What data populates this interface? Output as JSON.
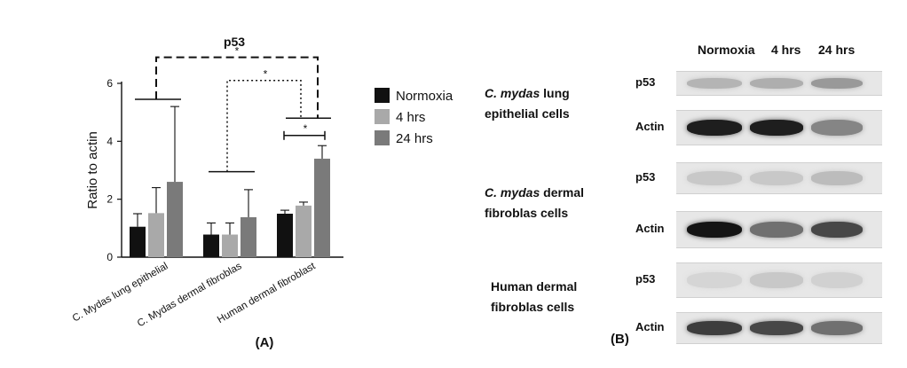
{
  "chart_data": {
    "type": "bar",
    "title": "p53",
    "ylabel": "Ratio to actin",
    "xlabel": "",
    "ylim": [
      0,
      6
    ],
    "yticks": [
      0,
      2,
      4,
      6
    ],
    "grid": false,
    "legend_position": "right",
    "categories": [
      "C. Mydas lung epithelial",
      "C. Mydas dermal fibroblas",
      "Human dermal fibroblast"
    ],
    "series": [
      {
        "name": "Normoxia",
        "color": "#111111",
        "values": [
          1.05,
          0.78,
          1.5
        ],
        "errors": [
          0.45,
          0.4,
          0.12
        ]
      },
      {
        "name": "4 hrs",
        "color": "#a9a9a9",
        "values": [
          1.52,
          0.78,
          1.78
        ],
        "errors": [
          0.88,
          0.4,
          0.12
        ]
      },
      {
        "name": "24 hrs",
        "color": "#7a7a7a",
        "values": [
          2.6,
          1.38,
          3.4
        ],
        "errors": [
          2.6,
          0.95,
          0.45
        ]
      }
    ],
    "significance_marker": "*",
    "panel_label": "(A)"
  },
  "blot": {
    "panel_label": "(B)",
    "columns": [
      "Normoxia",
      "4 hrs",
      "24 hrs"
    ],
    "groups": [
      {
        "name_italic": "C. mydas",
        "name_line1_rest": " lung",
        "name_line2": "epithelial cells",
        "rows": [
          {
            "label": "p53",
            "intensity": [
              0.22,
              0.25,
              0.35
            ]
          },
          {
            "label": "Actin",
            "intensity": [
              0.95,
              0.95,
              0.45
            ]
          }
        ]
      },
      {
        "name_italic": "C. mydas",
        "name_line1_rest": " dermal",
        "name_line2": "fibroblas cells",
        "rows": [
          {
            "label": "p53",
            "intensity": [
              0.12,
              0.12,
              0.18
            ]
          },
          {
            "label": "Actin",
            "intensity": [
              1.0,
              0.55,
              0.75
            ]
          }
        ]
      },
      {
        "name_italic": "",
        "name_line1_rest": "Human dermal",
        "name_line2": "fibroblas cells",
        "rows": [
          {
            "label": "p53",
            "intensity": [
              0.06,
              0.12,
              0.08
            ]
          },
          {
            "label": "Actin",
            "intensity": [
              0.8,
              0.75,
              0.55
            ]
          }
        ]
      }
    ]
  }
}
